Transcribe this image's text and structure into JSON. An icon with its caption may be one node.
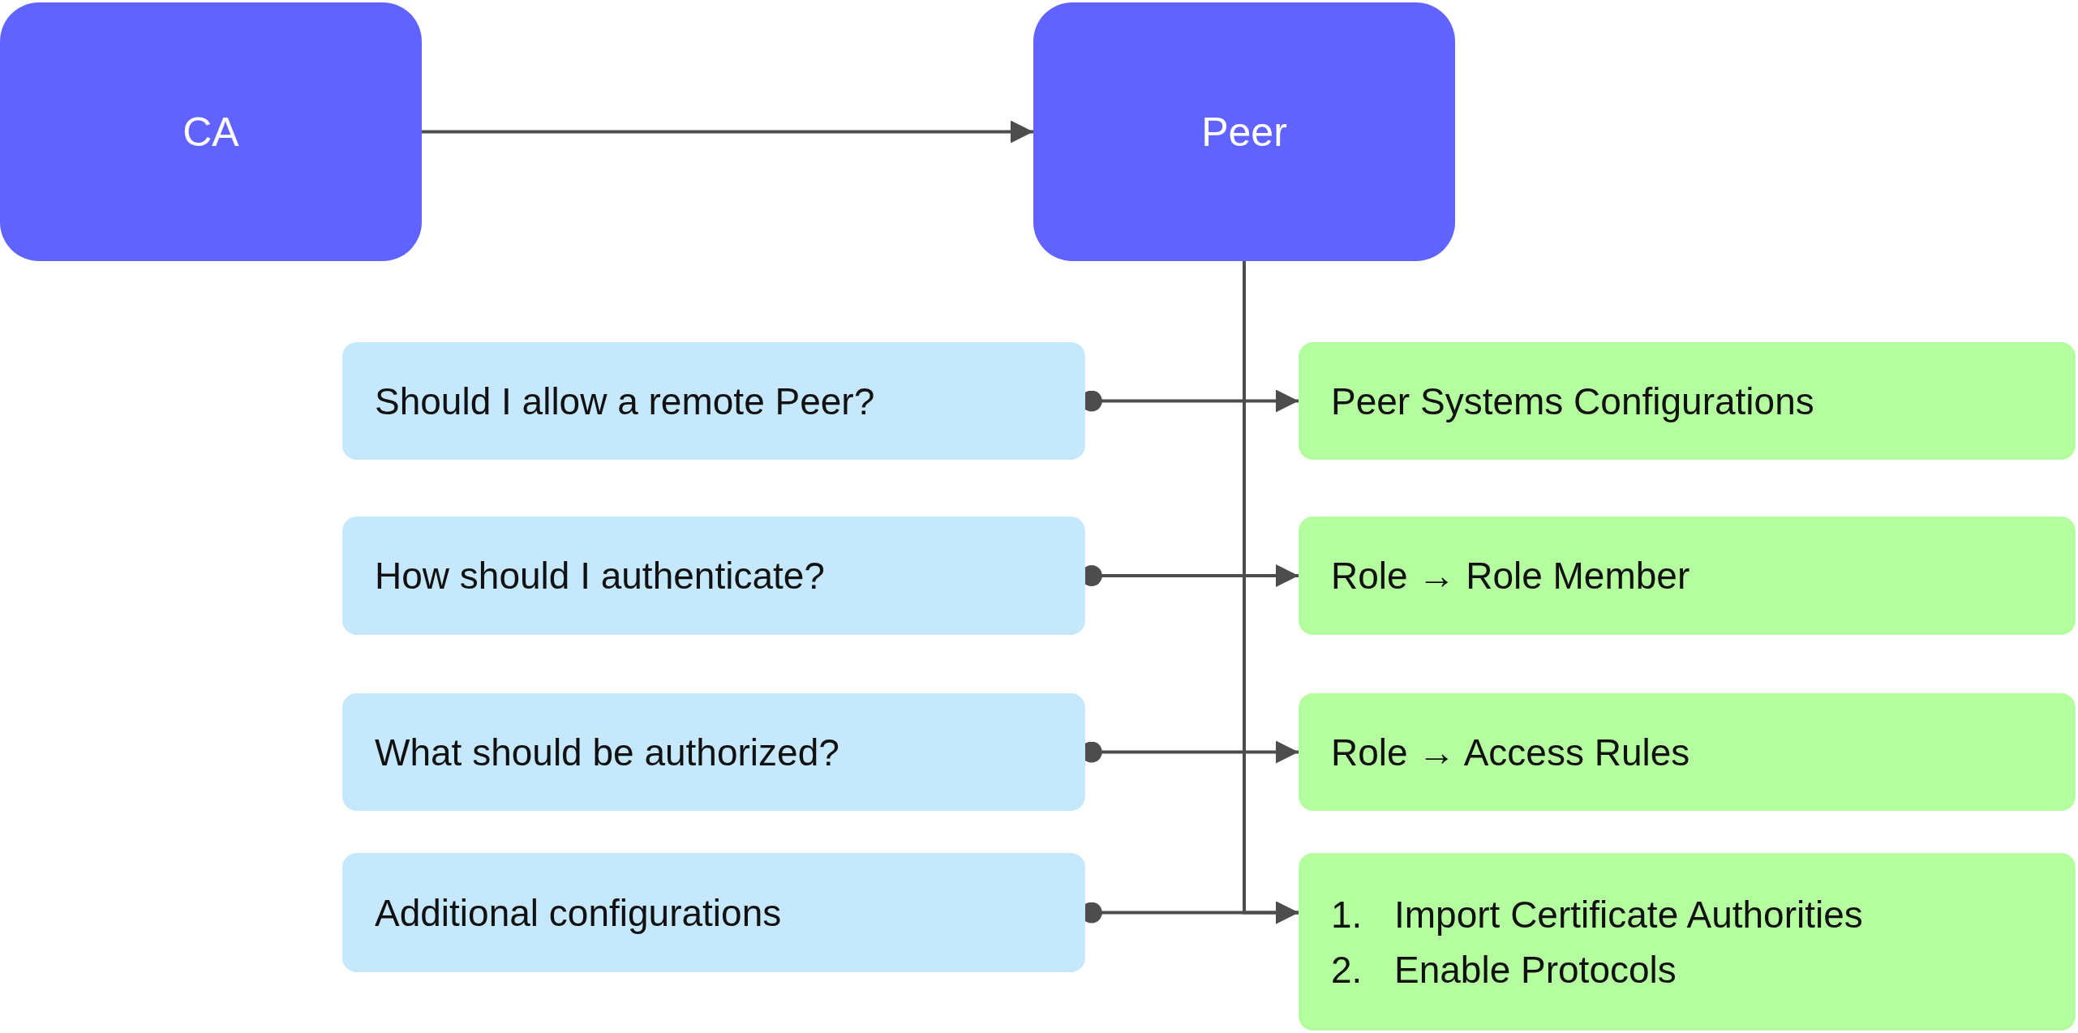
{
  "diagram": {
    "nodes": [
      {
        "text": [
          "CA"
        ]
      },
      {
        "text": [
          "Peer"
        ]
      },
      {
        "text": [
          "Should I allow a remote Peer?"
        ]
      },
      {
        "text": [
          "Peer Systems Configurations"
        ]
      },
      {
        "text": [
          "How should I authenticate?"
        ]
      },
      {
        "text": [
          "Role → Role Member"
        ]
      },
      {
        "text": [
          "What should be authorized?"
        ]
      },
      {
        "text": [
          "Role → Access Rules"
        ]
      },
      {
        "text": [
          "Additional configurations"
        ]
      },
      {
        "text": [
          "1.",
          "Import Certificate Authorities",
          "2.",
          "Enable Protocols"
        ]
      }
    ],
    "edges": [
      {
        "from": 0,
        "to": 1,
        "arrow": "to"
      },
      {
        "from": 2,
        "to": 3,
        "arrow": "to"
      },
      {
        "from": 4,
        "to": 5,
        "arrow": "to"
      },
      {
        "from": 6,
        "to": 7,
        "arrow": "to"
      },
      {
        "from": 8,
        "to": 9,
        "arrow": "to"
      },
      {
        "from": 1,
        "to": 9,
        "arrow": "to"
      }
    ]
  }
}
